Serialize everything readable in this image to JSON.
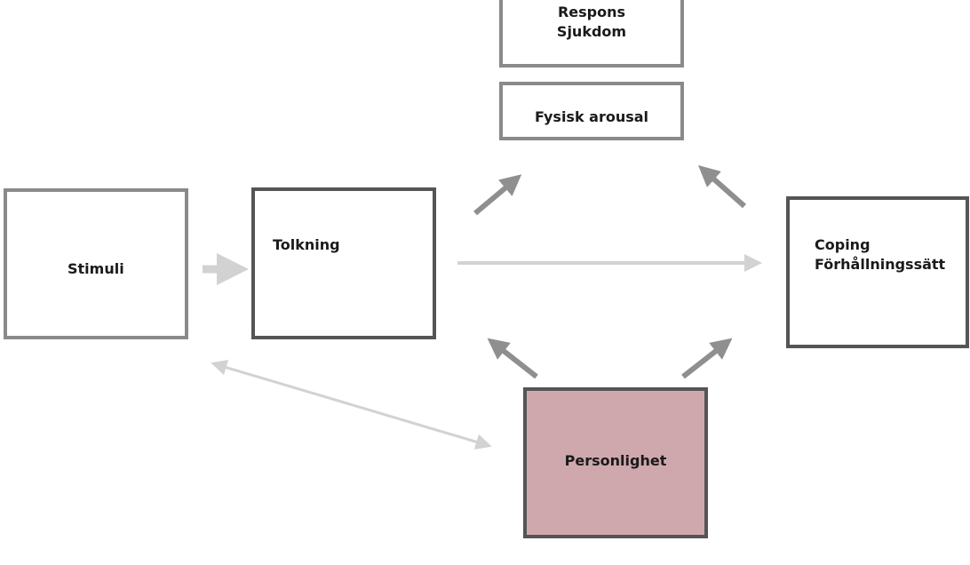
{
  "diagram": {
    "boxes": {
      "respons": {
        "lines": [
          "Respons",
          "Sjukdom"
        ]
      },
      "fysisk": {
        "label": "Fysisk arousal"
      },
      "stimuli": {
        "label": "Stimuli"
      },
      "tolkning": {
        "label": "Tolkning"
      },
      "coping": {
        "lines": [
          "Coping",
          "Förhållningssätt"
        ]
      },
      "personlighet": {
        "label": "Personlighet",
        "fill": "#cfa8ae"
      }
    },
    "colors": {
      "border_light": "#8a8a8a",
      "border_dark": "#555555",
      "arrow_dark": "#8f8f8f",
      "arrow_light": "#d2d2d2"
    }
  }
}
